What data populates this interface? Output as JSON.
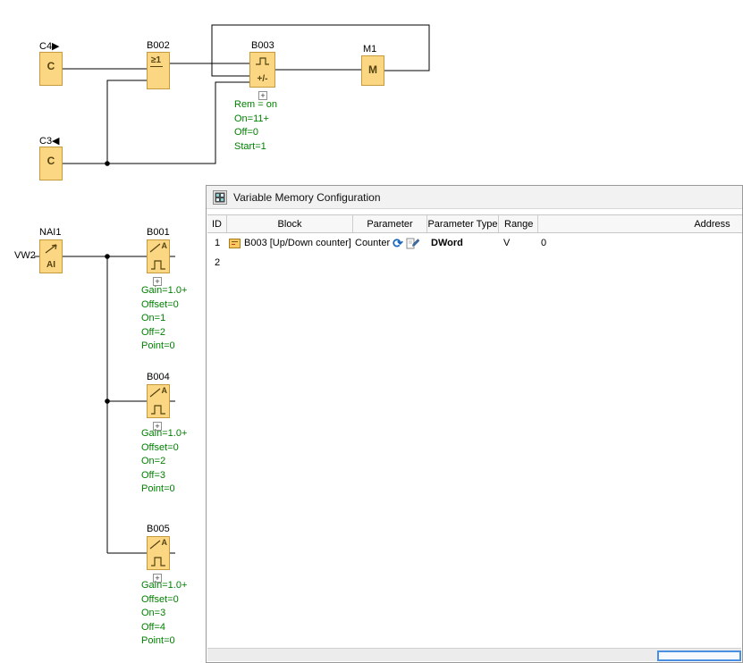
{
  "diagram": {
    "vw2_label": "VW2",
    "expand_button": "+",
    "c4": {
      "label": "C4▶",
      "symbol": "C"
    },
    "c3": {
      "label": "C3◀",
      "symbol": "C"
    },
    "b002": {
      "label": "B002",
      "symbol": "≥1"
    },
    "b003": {
      "label": "B003",
      "symbol": "+/-",
      "params": [
        "Rem = on",
        "On=11+",
        "Off=0",
        "Start=1"
      ]
    },
    "m1": {
      "label": "M1",
      "symbol": "M"
    },
    "nai1": {
      "label": "NAI1",
      "symbol": "AI"
    },
    "b001": {
      "label": "B001",
      "symbol": "A",
      "params": [
        "Gain=1.0+",
        "Offset=0",
        "On=1",
        "Off=2",
        "Point=0"
      ]
    },
    "b004": {
      "label": "B004",
      "symbol": "A",
      "params": [
        "Gain=1.0+",
        "Offset=0",
        "On=2",
        "Off=3",
        "Point=0"
      ]
    },
    "b005": {
      "label": "B005",
      "symbol": "A",
      "params": [
        "Gain=1.0+",
        "Offset=0",
        "On=3",
        "Off=4",
        "Point=0"
      ]
    }
  },
  "vm_window": {
    "title": "Variable Memory Configuration",
    "table": {
      "headers": [
        "ID",
        "Block",
        "Parameter",
        "Parameter Type",
        "Range",
        "Address"
      ],
      "rows": [
        {
          "id": "1",
          "block": "B003 [Up/Down counter]",
          "parameter": "Counter",
          "parameter_type": "DWord",
          "range": "V",
          "address": "0"
        },
        {
          "id": "2"
        }
      ]
    }
  },
  "icons": {
    "refresh_glyph": "⟳"
  },
  "colors": {
    "block_fill": "#fbd784",
    "block_border": "#c49a3c",
    "param_text_green": "#008000",
    "accent_blue": "#4a90e2",
    "wire_black": "#000000"
  }
}
